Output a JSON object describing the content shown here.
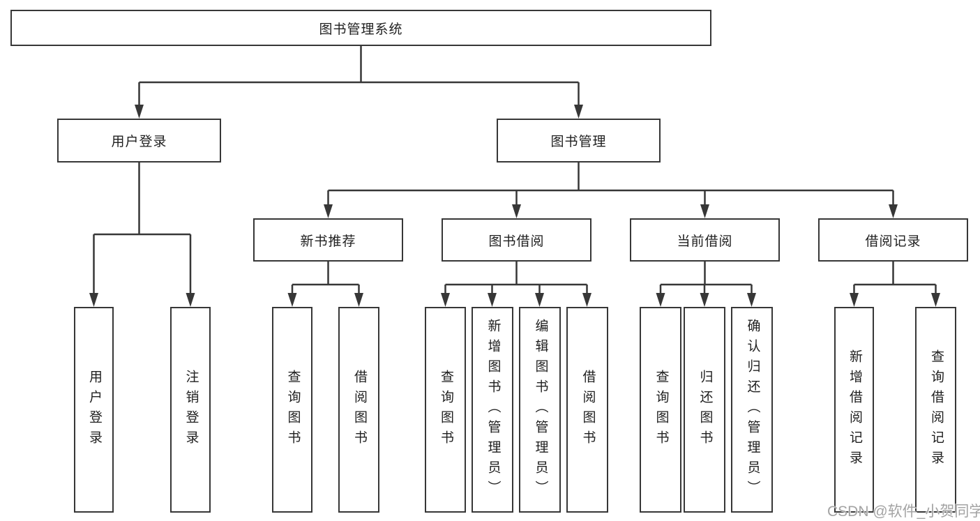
{
  "diagram": {
    "type": "tree",
    "tree": {
      "root": "图书管理系统",
      "children": [
        {
          "label": "用户登录",
          "children": [
            "用户登录",
            "注销登录"
          ]
        },
        {
          "label": "图书管理",
          "children": [
            {
              "label": "新书推荐",
              "children": [
                "查询图书",
                "借阅图书"
              ]
            },
            {
              "label": "图书借阅",
              "children": [
                "查询图书",
                "新增图书（管理员）",
                "编辑图书（管理员）",
                "借阅图书"
              ]
            },
            {
              "label": "当前借阅",
              "children": [
                "查询图书",
                "归还图书",
                "确认归还（管理员）"
              ]
            },
            {
              "label": "借阅记录",
              "children": [
                "新增借阅记录",
                "查询借阅记录"
              ]
            }
          ]
        }
      ]
    }
  },
  "watermark": {
    "text": "CSDN @软件_小贺同学"
  },
  "colors": {
    "line": "#373737",
    "text": "#1f1f1f",
    "box_background": "#ffffff",
    "watermark": "#a3a3a3"
  }
}
